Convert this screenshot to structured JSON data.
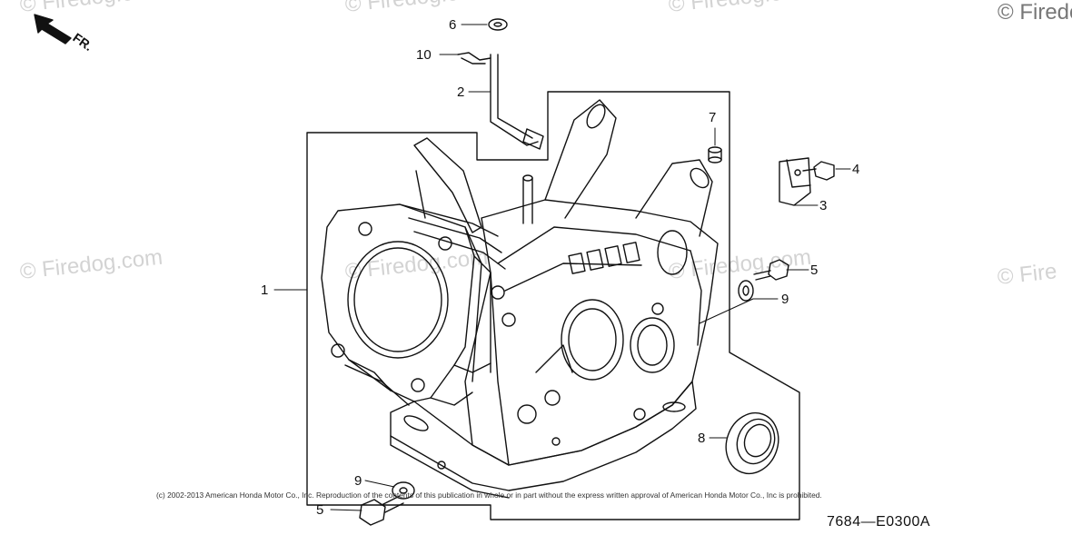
{
  "watermarks": [
    {
      "text": "© Firedog.com"
    },
    {
      "text": "© Firedog.com"
    },
    {
      "text": "© Firedog.com"
    },
    {
      "text": "© Firedo"
    },
    {
      "text": "© Firedog.com"
    },
    {
      "text": "© Firedog.com"
    },
    {
      "text": "© Firedog.com"
    },
    {
      "text": "© Fire"
    }
  ],
  "direction_label": "FR.",
  "callouts": [
    {
      "id": "1",
      "label": "1"
    },
    {
      "id": "2",
      "label": "2"
    },
    {
      "id": "3",
      "label": "3"
    },
    {
      "id": "4",
      "label": "4"
    },
    {
      "id": "5a",
      "label": "5"
    },
    {
      "id": "5b",
      "label": "5"
    },
    {
      "id": "6",
      "label": "6"
    },
    {
      "id": "7",
      "label": "7"
    },
    {
      "id": "8",
      "label": "8"
    },
    {
      "id": "9a",
      "label": "9"
    },
    {
      "id": "9b",
      "label": "9"
    },
    {
      "id": "10",
      "label": "10"
    }
  ],
  "copyright": "(c) 2002-2013 American Honda Motor Co., Inc. Reproduction of the contents of this publication in whole or in part without the express written approval of American Honda Motor Co., Inc is prohibited.",
  "figure_code": "7684—E0300A"
}
